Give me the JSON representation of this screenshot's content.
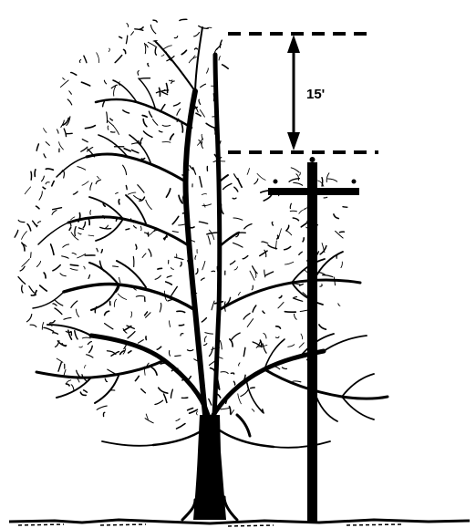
{
  "diagram": {
    "clearance_label": "15'",
    "colors": {
      "ink": "#000000",
      "background": "#ffffff"
    },
    "elements": {
      "tree": "sparse-sided-pruned-tree",
      "pole": "utility-pole-with-crossarm",
      "dimension": "vertical-double-arrow-between-dashed-lines"
    }
  }
}
